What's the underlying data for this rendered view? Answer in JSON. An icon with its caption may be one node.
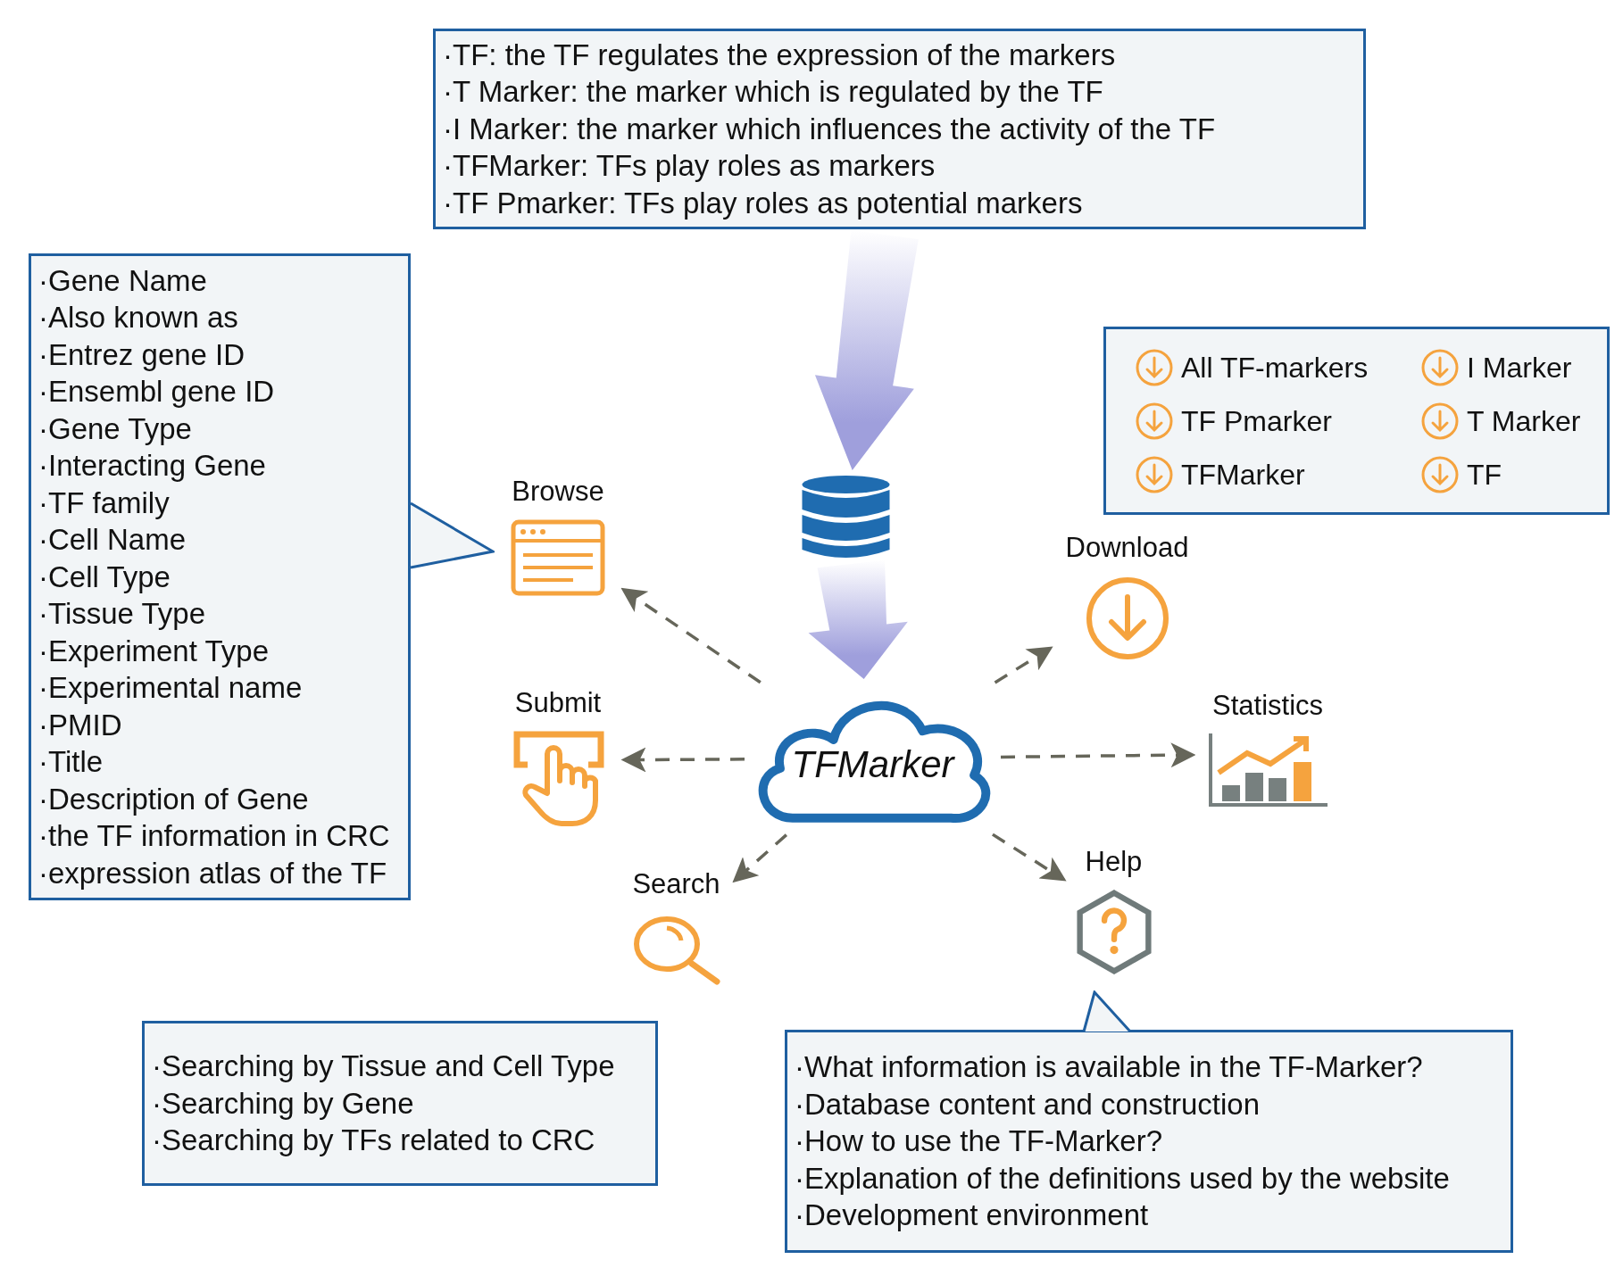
{
  "diagram": {
    "nodes": [
      {
        "text": [
          "·TF: the TF regulates the expression of the markers",
          "·T Marker: the marker which is regulated by the TF",
          "·I Marker: the marker which influences the activity of the TF",
          "·TFMarker: TFs play roles as markers",
          "·TF Pmarker: TFs play roles as potential markers"
        ]
      },
      {
        "text": [],
        "shape": "cylinder"
      },
      {
        "text": [
          "TFMarker"
        ]
      },
      {
        "text": [
          "Browse"
        ]
      },
      {
        "text": [
          "Submit"
        ]
      },
      {
        "text": [
          "Search"
        ]
      },
      {
        "text": [
          "Download"
        ]
      },
      {
        "text": [
          "Statistics"
        ]
      },
      {
        "text": [
          "Help"
        ]
      },
      {
        "text": [
          "·Gene Name",
          "·Also known as",
          "·Entrez gene ID",
          "·Ensembl gene ID",
          "·Gene Type",
          "·Interacting Gene",
          "·TF family",
          "·Cell Name",
          "·Cell Type",
          "·Tissue Type",
          "·Experiment Type",
          "·Experimental name",
          "·PMID",
          "·Title",
          "·Description of Gene",
          "·the TF information in CRC",
          "·expression atlas of the TF"
        ]
      },
      {
        "text": [
          "All TF-markers",
          "I Marker",
          "TF Pmarker",
          "T Marker",
          "TFMarker",
          "TF"
        ]
      },
      {
        "text": [
          "·Searching by Tissue and Cell Type",
          "·Searching by Gene",
          "·Searching by TFs related to CRC"
        ]
      },
      {
        "text": [
          "·What information is available in the TF-Marker?",
          "·Database content and construction",
          "·How to use the TF-Marker?",
          "·Explanation of the definitions used by the website",
          "·Development environment"
        ]
      }
    ],
    "edges": [
      {
        "from": 0,
        "to": 1,
        "arrow": "to",
        "style": "thick",
        "color": "#9f9fdc"
      },
      {
        "from": 1,
        "to": 2,
        "arrow": "to",
        "style": "thick",
        "color": "#9f9fdc"
      },
      {
        "from": 2,
        "to": 3,
        "arrow": "to",
        "style": "dashed"
      },
      {
        "from": 2,
        "to": 4,
        "arrow": "to",
        "style": "dashed"
      },
      {
        "from": 2,
        "to": 5,
        "arrow": "to",
        "style": "dashed"
      },
      {
        "from": 2,
        "to": 6,
        "arrow": "to",
        "style": "dashed"
      },
      {
        "from": 2,
        "to": 7,
        "arrow": "to",
        "style": "dashed"
      },
      {
        "from": 2,
        "to": 8,
        "arrow": "to",
        "style": "dashed"
      }
    ]
  }
}
